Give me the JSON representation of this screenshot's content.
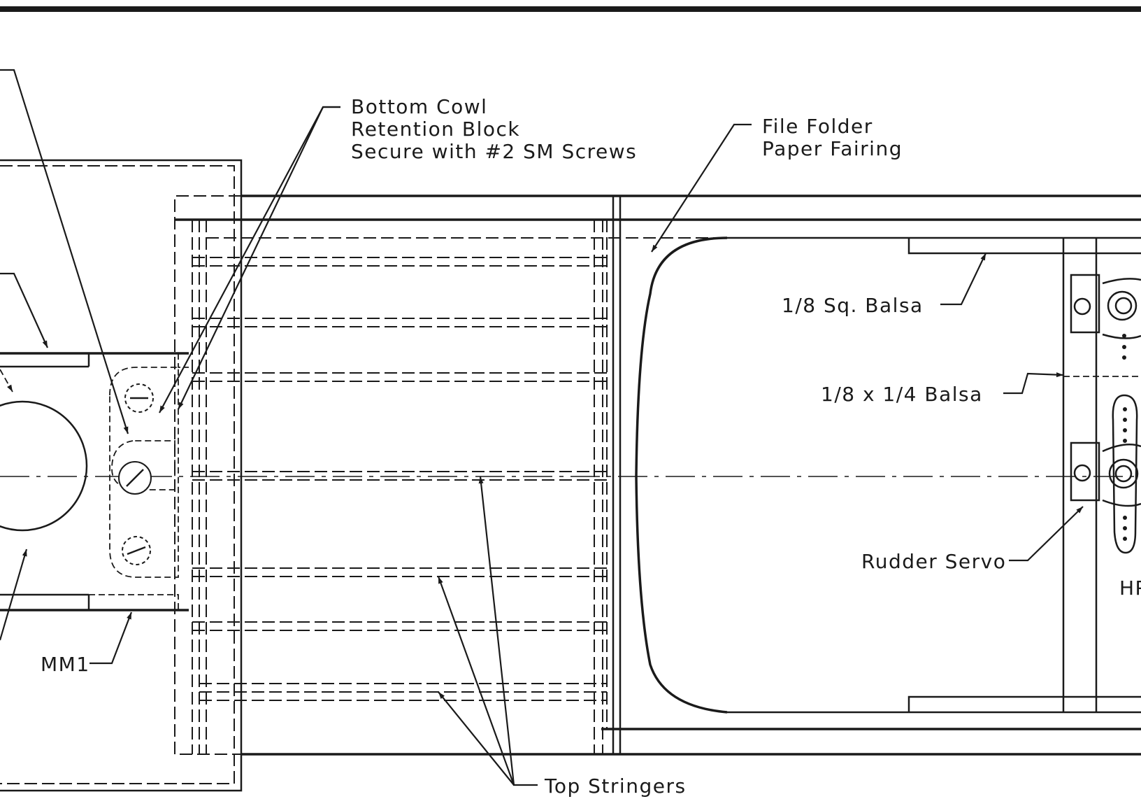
{
  "labels": {
    "cowl_block": [
      "Bottom Cowl",
      "Retention Block",
      "Secure with #2 SM Screws"
    ],
    "fairing": [
      "File Folder",
      "Paper Fairing"
    ],
    "sq_balsa": "1/8 Sq. Balsa",
    "balsa_strip": "1/8 x 1/4 Balsa",
    "rudder_servo": "Rudder Servo",
    "mm1": "MM1",
    "top_stringers": "Top Stringers",
    "partial_hp": "HP"
  },
  "icons": {
    "screw": "screw-head-icon",
    "servo": "servo-icon"
  }
}
